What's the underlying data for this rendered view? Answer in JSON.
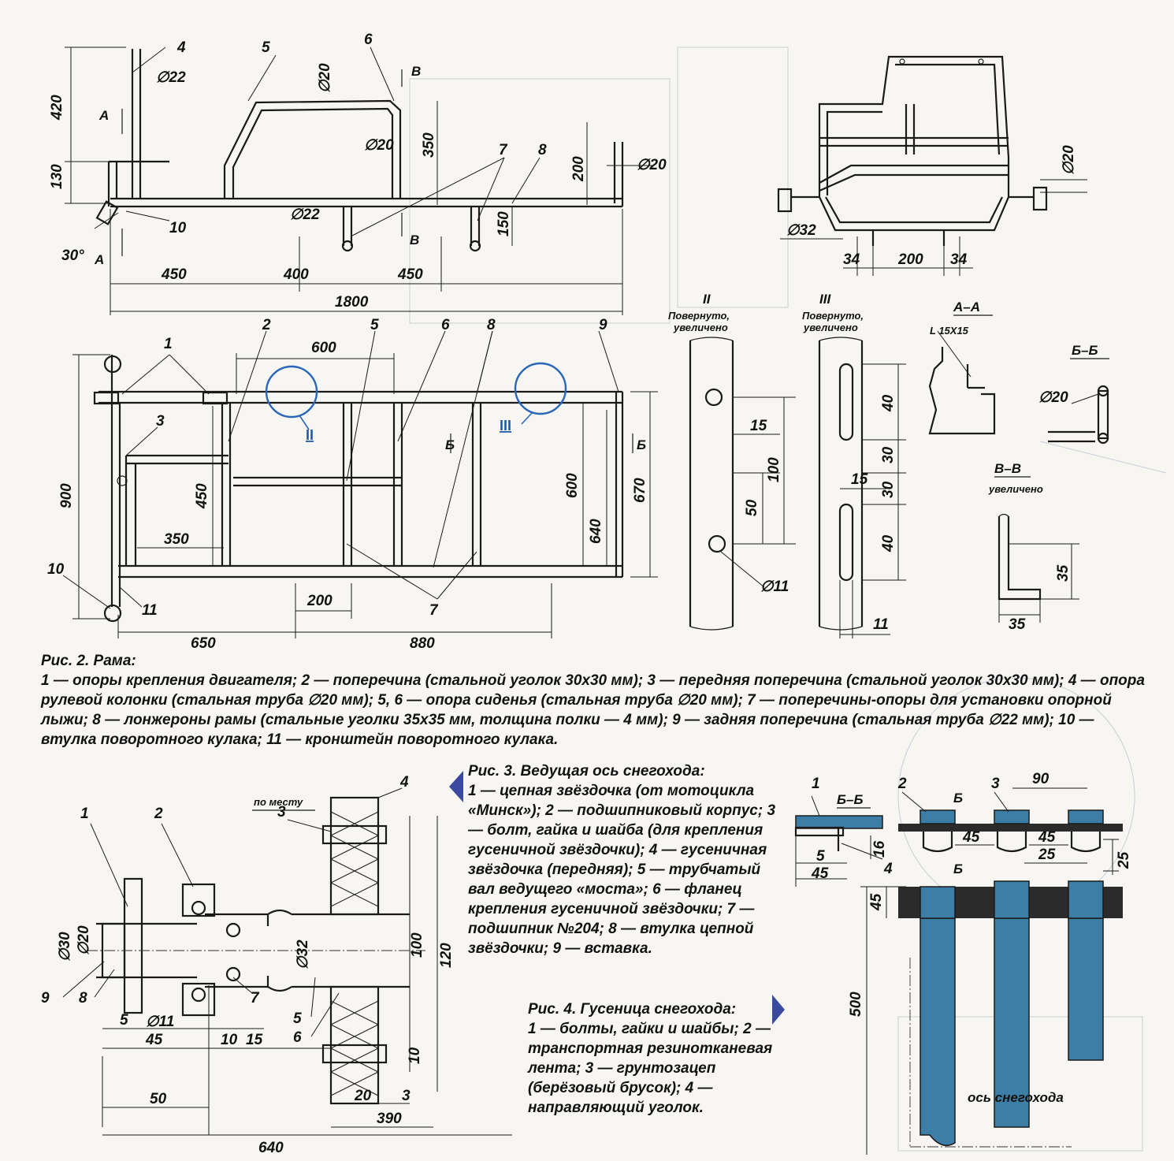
{
  "fig2": {
    "title": "Рис. 2. Рама:",
    "legend": "1 — опоры крепления двигателя; 2 — поперечина (стальной уголок 30х30 мм); 3 — передняя поперечина (стальной уголок 30х30 мм); 4 — опора рулевой колонки (стальная труба ∅20 мм); 5, 6 — опора сиденья (стальная труба ∅20 мм); 7 — поперечины-опоры для установки опорной лыжи; 8 — лонжероны рамы (стальные уголки 35х35 мм, толщина полки — 4 мм); 9 — задняя поперечина (стальная труба ∅22 мм); 10 — втулка поворотного кулака; 11 — кронштейн поворотного кулака."
  },
  "fig3": {
    "title": "Рис. 3. Ведущая ось снегохода:",
    "legend": "1 — цепная звёздочка (от мотоцикла «Минск»); 2 — подшипниковый корпус; 3 — болт, гайка и шайба (для крепления гусеничной звёздочки); 4 — гусеничная звёздочка (передняя); 5 — трубчатый вал ведущего «моста»; 6 — фланец крепления гусеничной звёздочки; 7 — подшипник №204; 8 — втулка цепной звёздочки; 9 — вставка."
  },
  "fig4": {
    "title": "Рис. 4. Гусеница снегохода:",
    "legend": "1 — болты, гайки и шайбы; 2 — транспортная резинотканевая лента; 3 — грунтозацеп (берёзовый брусок); 4 — направляющий уголок."
  },
  "side_view": {
    "dims": [
      "420",
      "130",
      "450",
      "400",
      "450",
      "1800",
      "350",
      "200",
      "150",
      "30°"
    ],
    "diams": [
      "∅22",
      "∅20",
      "∅20",
      "∅22",
      "∅20"
    ],
    "sections": [
      "А",
      "А",
      "В",
      "В"
    ],
    "parts": [
      "4",
      "5",
      "6",
      "7",
      "8",
      "10"
    ]
  },
  "rear_view": {
    "dims": [
      "34",
      "200",
      "34"
    ],
    "diams": [
      "∅20",
      "∅32"
    ]
  },
  "top_view": {
    "dims": [
      "600",
      "900",
      "450",
      "350",
      "670",
      "600",
      "640",
      "200",
      "650",
      "880"
    ],
    "parts": [
      "1",
      "2",
      "3",
      "5",
      "6",
      "8",
      "9",
      "10",
      "11",
      "7"
    ],
    "sections": [
      "Б",
      "Б"
    ],
    "callouts": [
      "II",
      "III"
    ]
  },
  "detail2": {
    "title": "II",
    "note1": "Повернуто,",
    "note2": "увеличено",
    "dims": [
      "15",
      "100",
      "50"
    ],
    "diam": "∅11"
  },
  "detail3": {
    "title": "III",
    "note1": "Повернуто,",
    "note2": "увеличено",
    "dims": [
      "40",
      "30",
      "15",
      "30",
      "40",
      "11"
    ]
  },
  "sectAA": {
    "title": "А–А",
    "dim": "L 15X15"
  },
  "sectBB": {
    "title": "Б–Б",
    "diam": "∅20"
  },
  "sectVV": {
    "title": "В–В",
    "note": "увеличено",
    "dims": [
      "35",
      "35"
    ]
  },
  "axle": {
    "parts": [
      "1",
      "2",
      "3",
      "4",
      "5",
      "6",
      "7",
      "8",
      "9"
    ],
    "note": "по месту",
    "diams": [
      "∅30",
      "∅20",
      "∅32",
      "∅11"
    ],
    "dims": [
      "100",
      "120",
      "10",
      "5",
      "45",
      "10",
      "15",
      "50",
      "20",
      "3",
      "390",
      "640"
    ]
  },
  "track": {
    "parts": [
      "1",
      "2",
      "3",
      "4"
    ],
    "section": "Б–Б",
    "marks": [
      "Б",
      "Б"
    ],
    "dims": [
      "90",
      "45",
      "45",
      "25",
      "25",
      "16",
      "5",
      "45",
      "45",
      "500"
    ],
    "axis": "ось снегохода"
  },
  "colors": {
    "ink": "#1a1a1a",
    "callout": "#1f5aa8",
    "belt": "#2b2b2b",
    "wood": "#3d7ea6",
    "arrow": "#3b4aa0"
  }
}
